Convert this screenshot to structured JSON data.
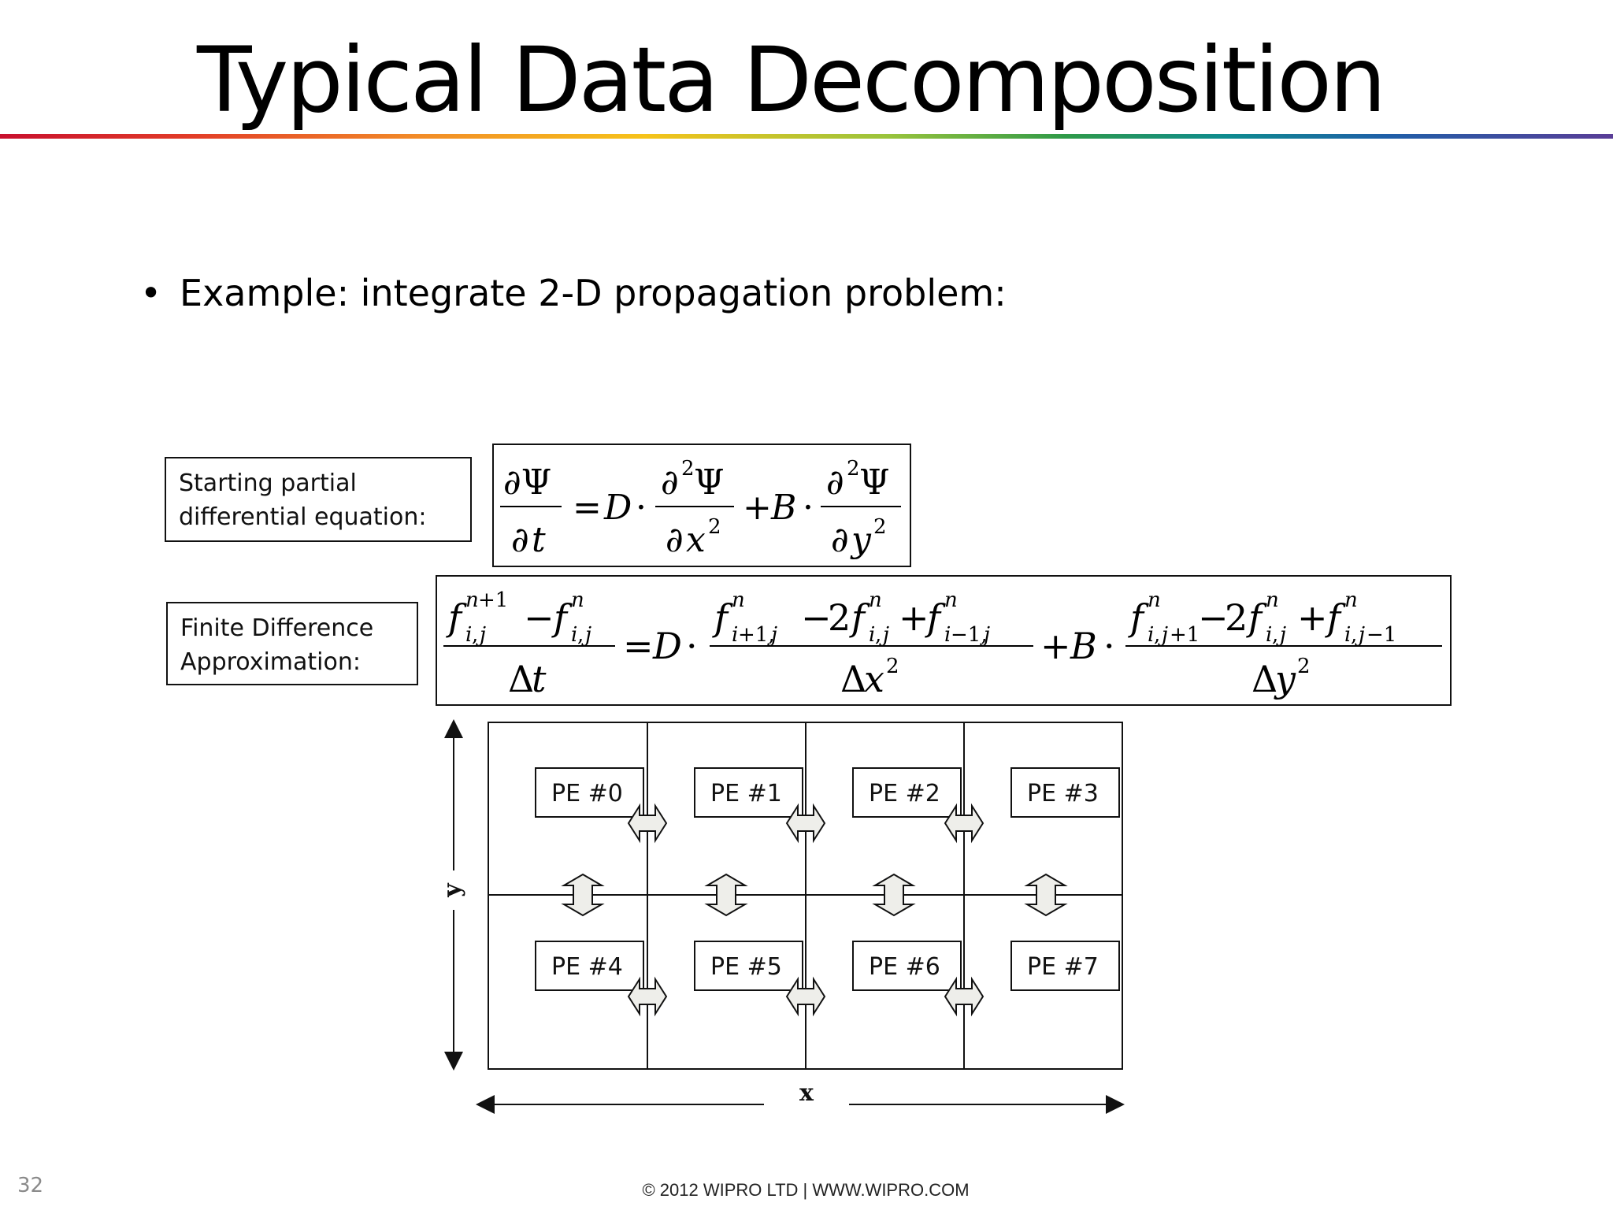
{
  "slide": {
    "title": "Typical Data Decomposition",
    "bullet": "Example:  integrate 2-D propagation problem:",
    "page_number": "32",
    "footer": "© 2012 WIPRO LTD | WWW.WIPRO.COM"
  },
  "equations": {
    "pde_label": [
      "Starting partial",
      "differential equation:"
    ],
    "fd_label": [
      "Finite Difference",
      "Approximation:"
    ]
  },
  "diagram": {
    "pe_labels": [
      "PE #0",
      "PE #1",
      "PE #2",
      "PE #3",
      "PE #4",
      "PE #5",
      "PE #6",
      "PE #7"
    ],
    "x_axis_label": "x",
    "y_axis_label": "y"
  }
}
